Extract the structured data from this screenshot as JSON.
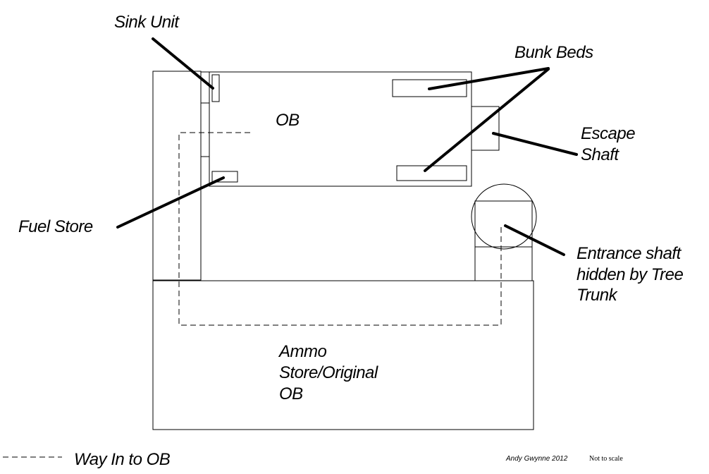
{
  "labels": {
    "sink_unit": "Sink Unit",
    "bunk_beds": "Bunk Beds",
    "ob": "OB",
    "escape_shaft": [
      "Escape",
      "Shaft"
    ],
    "fuel_store": "Fuel Store",
    "entrance_shaft": [
      "Entrance shaft",
      "hidden by Tree",
      "Trunk"
    ],
    "ammo_store": [
      "Ammo",
      "Store/Original",
      "OB"
    ]
  },
  "legend": {
    "way_in": "Way In to OB"
  },
  "credit": "Andy Gwynne 2012",
  "scale_note": "Not to scale"
}
